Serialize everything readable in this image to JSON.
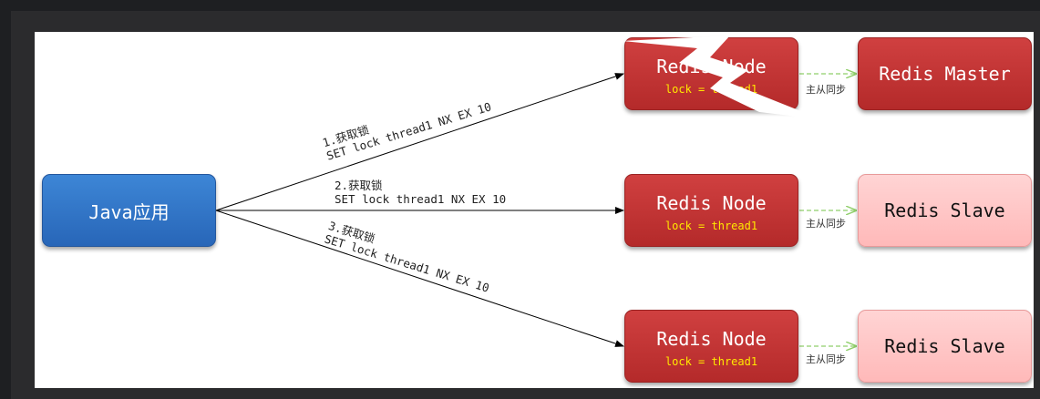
{
  "diagram": {
    "client": {
      "label": "Java应用"
    },
    "nodes": [
      {
        "label": "Redis Node",
        "sub": "lock = thread1",
        "failed": true
      },
      {
        "label": "Redis Node",
        "sub": "lock = thread1",
        "failed": false
      },
      {
        "label": "Redis Node",
        "sub": "lock = thread1",
        "failed": false
      }
    ],
    "replicas": [
      {
        "label": "Redis Master"
      },
      {
        "label": "Redis Slave"
      },
      {
        "label": "Redis Slave"
      }
    ],
    "edges": [
      {
        "step": "1.获取锁",
        "cmd": "SET lock thread1 NX EX 10"
      },
      {
        "step": "2.获取锁",
        "cmd": "SET lock thread1 NX EX 10"
      },
      {
        "step": "3.获取锁",
        "cmd": "SET lock thread1 NX EX 10"
      }
    ],
    "sync_label": "主从同步",
    "colors": {
      "client": "#2f74c8",
      "node": "#c43535",
      "lock_text": "#ffe800",
      "slave": "#ffc4c4",
      "sync_arrow": "#8fcf6a"
    }
  }
}
